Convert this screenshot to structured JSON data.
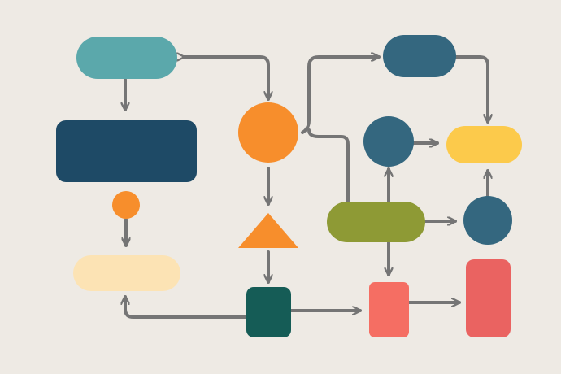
{
  "diagram": {
    "background_color": "#EEEAE4",
    "connector_color": "#757575",
    "palette": {
      "teal": "#5BA8AB",
      "navy": "#1E4A66",
      "steel": "#34677F",
      "orange": "#F78E2C",
      "cream": "#FCE3B4",
      "dark_green": "#155C56",
      "olive": "#8E9A35",
      "yellow": "#FCCA4B",
      "salmon": "#F56E63",
      "red": "#EA6361"
    },
    "nodes": [
      {
        "id": "teal-pill",
        "shape": "pill",
        "color": "teal"
      },
      {
        "id": "navy-rect",
        "shape": "rounded-rect",
        "color": "navy"
      },
      {
        "id": "small-orange-circle",
        "shape": "circle",
        "color": "orange"
      },
      {
        "id": "cream-pill",
        "shape": "pill",
        "color": "cream"
      },
      {
        "id": "orange-circle",
        "shape": "circle",
        "color": "orange"
      },
      {
        "id": "orange-triangle",
        "shape": "triangle",
        "color": "orange"
      },
      {
        "id": "dark-green-square",
        "shape": "rounded-square",
        "color": "dark_green"
      },
      {
        "id": "steel-pill",
        "shape": "pill",
        "color": "steel"
      },
      {
        "id": "steel-circle-top",
        "shape": "circle",
        "color": "steel"
      },
      {
        "id": "olive-pill",
        "shape": "pill",
        "color": "olive"
      },
      {
        "id": "yellow-pill",
        "shape": "pill",
        "color": "yellow"
      },
      {
        "id": "steel-circle-right",
        "shape": "circle",
        "color": "steel"
      },
      {
        "id": "salmon-rect",
        "shape": "rounded-rect",
        "color": "salmon"
      },
      {
        "id": "red-tall-rect",
        "shape": "rounded-rect",
        "color": "red"
      }
    ]
  }
}
